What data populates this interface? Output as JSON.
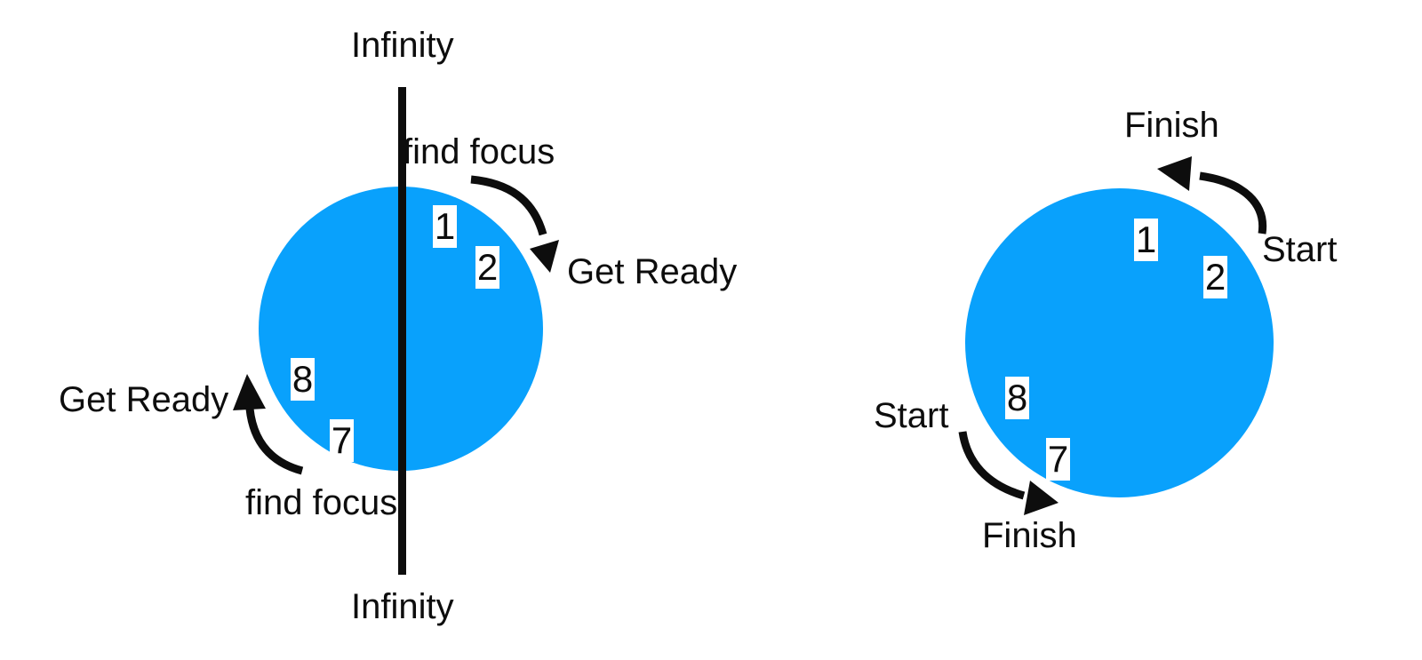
{
  "colors": {
    "background": "#ffffff",
    "circle_fill": "#09a1fc",
    "ink": "#0d0d0d",
    "marker_bg": "#ffffff"
  },
  "left_diagram": {
    "infinity_top": "Infinity",
    "find_focus_top": "find focus",
    "get_ready_right": "Get Ready",
    "get_ready_left": "Get Ready",
    "find_focus_bottom": "find focus",
    "infinity_bottom": "Infinity",
    "points": {
      "p1": "1",
      "p2": "2",
      "p8": "8",
      "p7": "7"
    }
  },
  "right_diagram": {
    "finish_top": "Finish",
    "start_right": "Start",
    "start_left": "Start",
    "finish_bottom": "Finish",
    "points": {
      "p1": "1",
      "p2": "2",
      "p8": "8",
      "p7": "7"
    }
  }
}
